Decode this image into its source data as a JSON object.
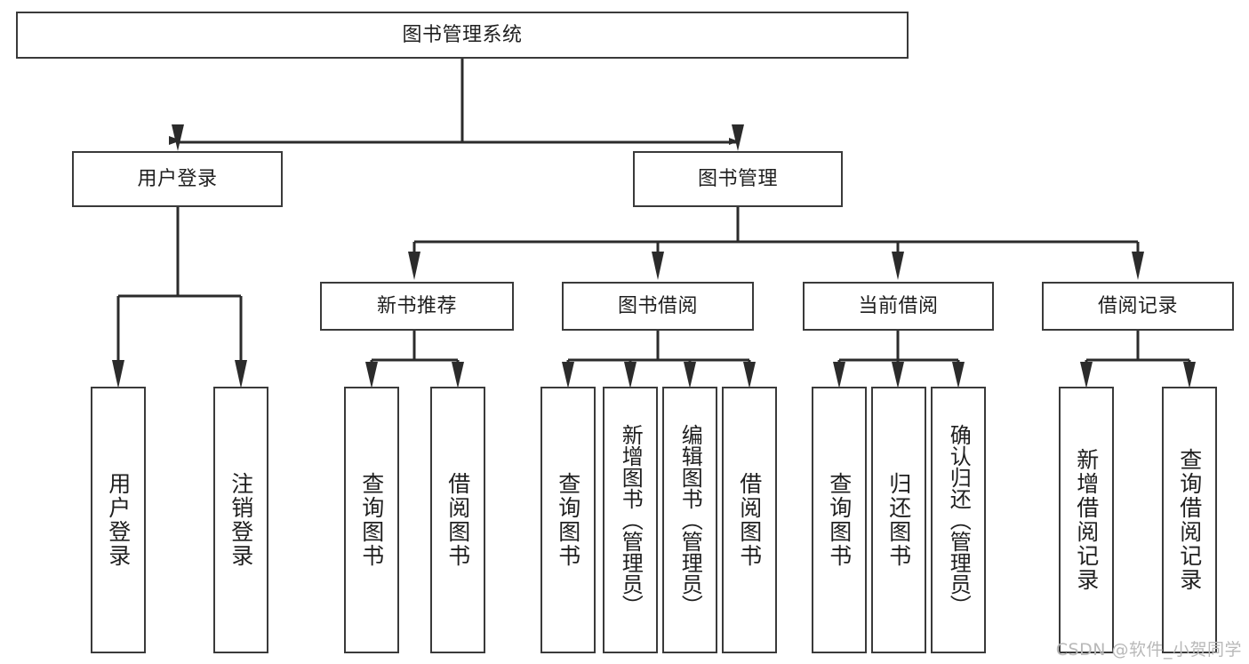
{
  "diagram": {
    "title": "图书管理系统",
    "type": "tree-hierarchy-diagram",
    "watermark": "CSDN @软件_小贺同学",
    "colors": {
      "box_border": "#3a3a3a",
      "box_fill": "#ffffff",
      "connector": "#2b2b2b",
      "text": "#1f1f1f",
      "watermark": "#b9b9b9"
    },
    "root": {
      "label": "图书管理系统"
    },
    "level2": [
      {
        "label": "用户登录"
      },
      {
        "label": "图书管理"
      }
    ],
    "level3": [
      {
        "label": "新书推荐"
      },
      {
        "label": "图书借阅"
      },
      {
        "label": "当前借阅"
      },
      {
        "label": "借阅记录"
      }
    ],
    "leaves": {
      "user_login": [
        {
          "label": "用户登录"
        },
        {
          "label": "注销登录"
        }
      ],
      "new_book_recommend": [
        {
          "label": "查询图书"
        },
        {
          "label": "借阅图书"
        }
      ],
      "book_borrow": [
        {
          "label": "查询图书"
        },
        {
          "label": "新增图书（管理员）"
        },
        {
          "label": "编辑图书（管理员）"
        },
        {
          "label": "借阅图书"
        }
      ],
      "current_borrow": [
        {
          "label": "查询图书"
        },
        {
          "label": "归还图书"
        },
        {
          "label": "确认归还（管理员）"
        }
      ],
      "borrow_records": [
        {
          "label": "新增借阅记录"
        },
        {
          "label": "查询借阅记录"
        }
      ]
    }
  }
}
